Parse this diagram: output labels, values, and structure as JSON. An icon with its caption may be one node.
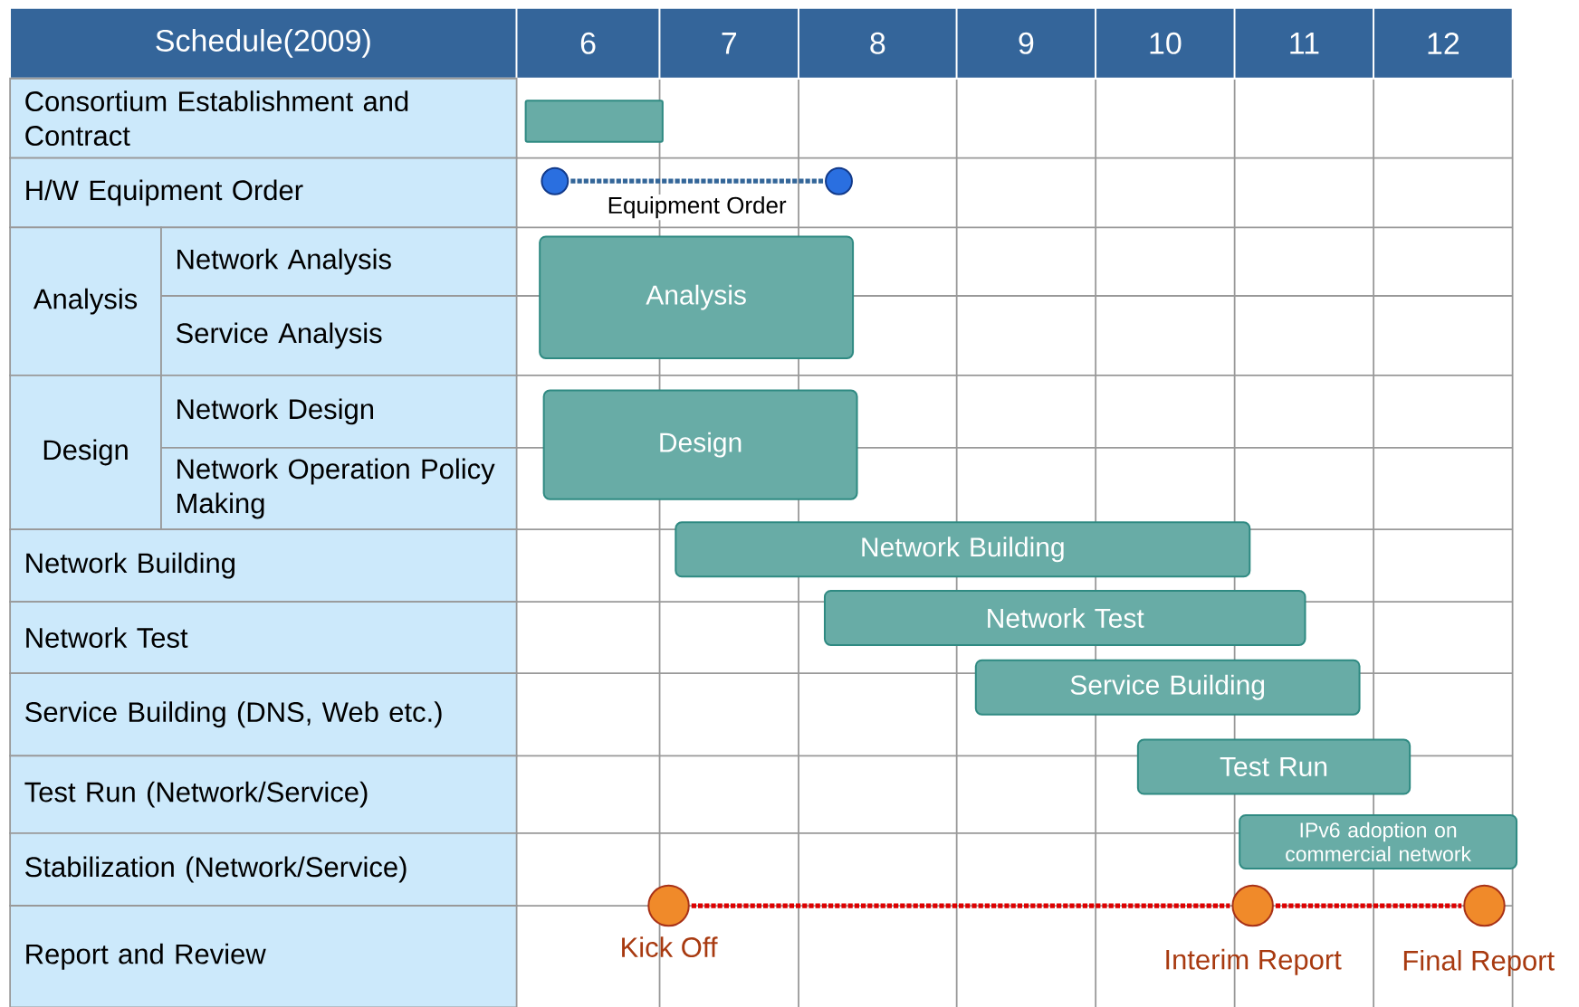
{
  "diagram": {
    "nodes": [
      {
        "text": [],
        "shape": "bar"
      },
      {
        "text": [],
        "shape": "circle"
      },
      {
        "text": [],
        "shape": "circle"
      },
      {
        "text": [
          "Analysis"
        ]
      },
      {
        "text": [
          "Design"
        ]
      },
      {
        "text": [
          "Network Building"
        ]
      },
      {
        "text": [
          "Network Test"
        ]
      },
      {
        "text": [
          "Service Building"
        ]
      },
      {
        "text": [
          "Test Run"
        ]
      },
      {
        "text": [
          "IPv6 adoption on commercial network"
        ]
      },
      {
        "text": [],
        "shape": "circle",
        "beside": [
          "Kick Off"
        ]
      },
      {
        "text": [],
        "shape": "circle",
        "beside": [
          "Interim Report"
        ]
      },
      {
        "text": [],
        "shape": "circle",
        "beside": [
          "Final Report"
        ]
      }
    ],
    "edges": [
      {
        "from": 1,
        "to": 2,
        "arrow": "none",
        "style": "dashed",
        "color": "#336699",
        "label": "Equipment Order"
      },
      {
        "from": 10,
        "to": 11,
        "arrow": "none",
        "style": "dashed",
        "color": "#dd0000"
      },
      {
        "from": 11,
        "to": 12,
        "arrow": "none",
        "style": "dashed",
        "color": "#dd0000"
      }
    ],
    "labels": [
      "Schedule(2009)",
      "6",
      "7",
      "8",
      "9",
      "10",
      "11",
      "12",
      "Consortium Establishment and Contract",
      "H/W Equipment Order",
      "Analysis",
      "Network Analysis",
      "Service Analysis",
      "Design",
      "Network Design",
      "Network Operation Policy Making",
      "Network Building",
      "Network Test",
      "Service Building (DNS, Web etc.)",
      "Test Run (Network/Service)",
      "Stabilization (Network/Service)",
      "Report and Review"
    ]
  }
}
